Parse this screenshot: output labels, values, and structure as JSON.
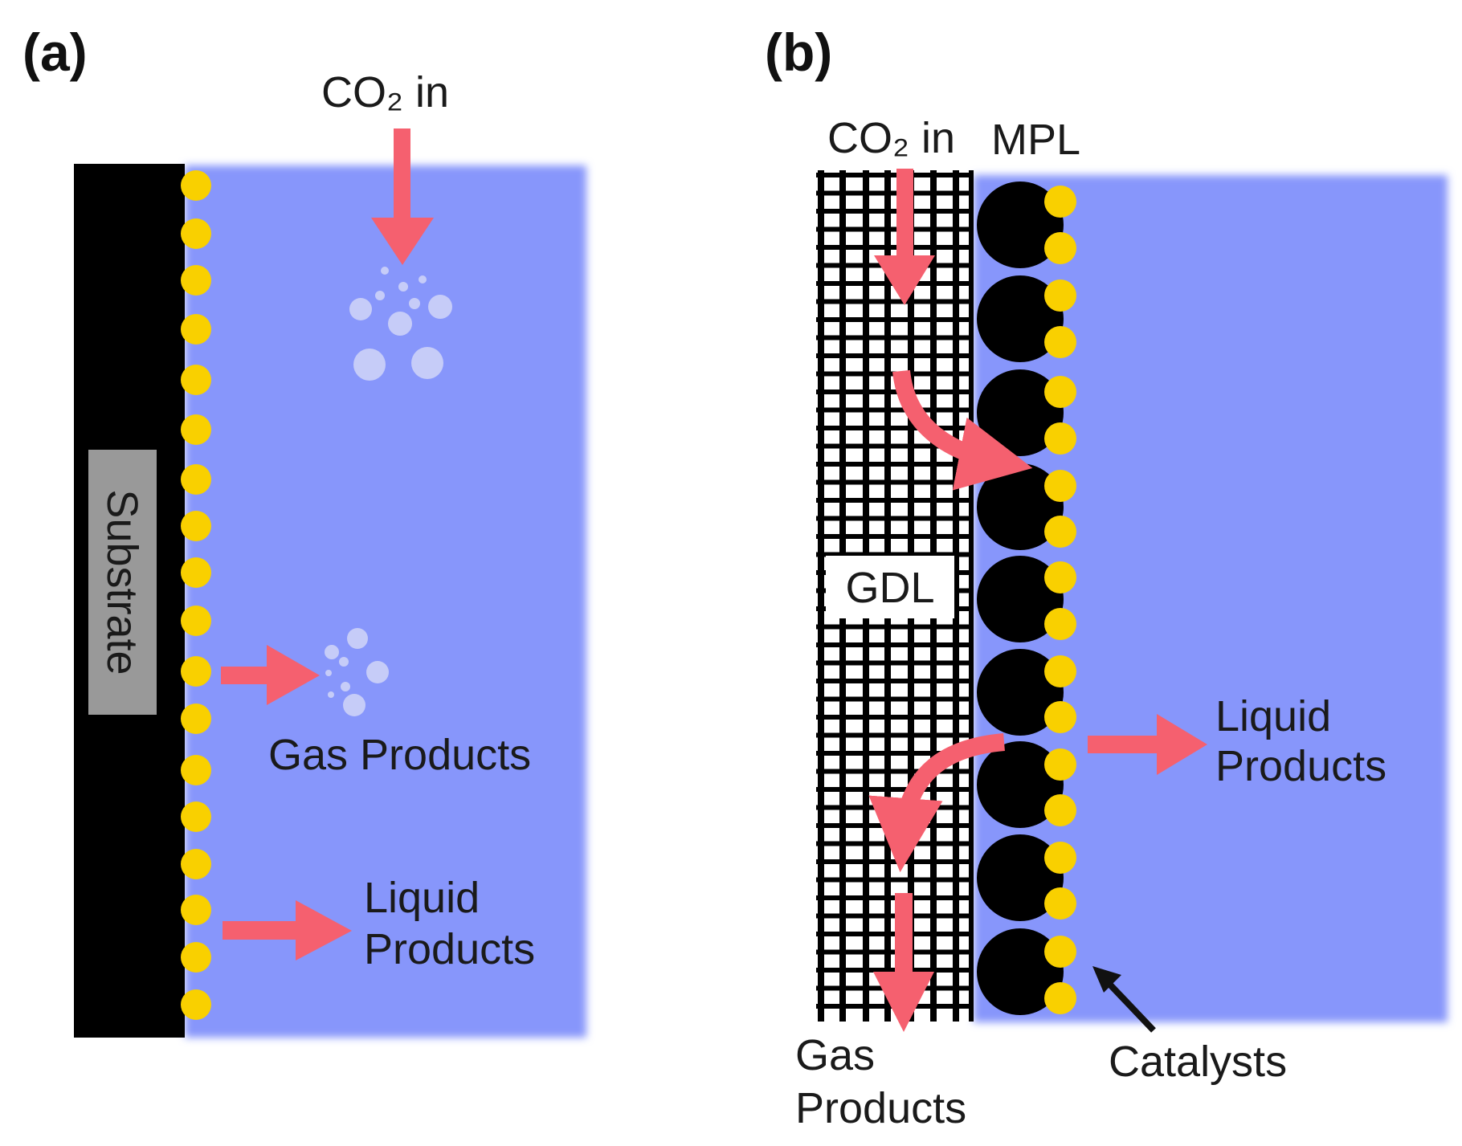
{
  "panel_a": {
    "label": "(a)",
    "co2_in": "CO₂ in",
    "substrate": "Substrate",
    "gas_products": "Gas Products",
    "liquid_line1": "Liquid",
    "liquid_line2": "Products"
  },
  "panel_b": {
    "label": "(b)",
    "co2_in": "CO₂ in",
    "mpl": "MPL",
    "gdl": "GDL",
    "liquid_line1": "Liquid",
    "liquid_line2": "Products",
    "gas_line1": "Gas",
    "gas_line2": "Products",
    "catalysts": "Catalysts"
  },
  "colors": {
    "electrolyte": "#8796fb",
    "catalyst": "#f9d000",
    "arrow": "#f5606f",
    "bubble": "#c6ccf8",
    "substrate": "#000000",
    "label_box": "#999999"
  }
}
